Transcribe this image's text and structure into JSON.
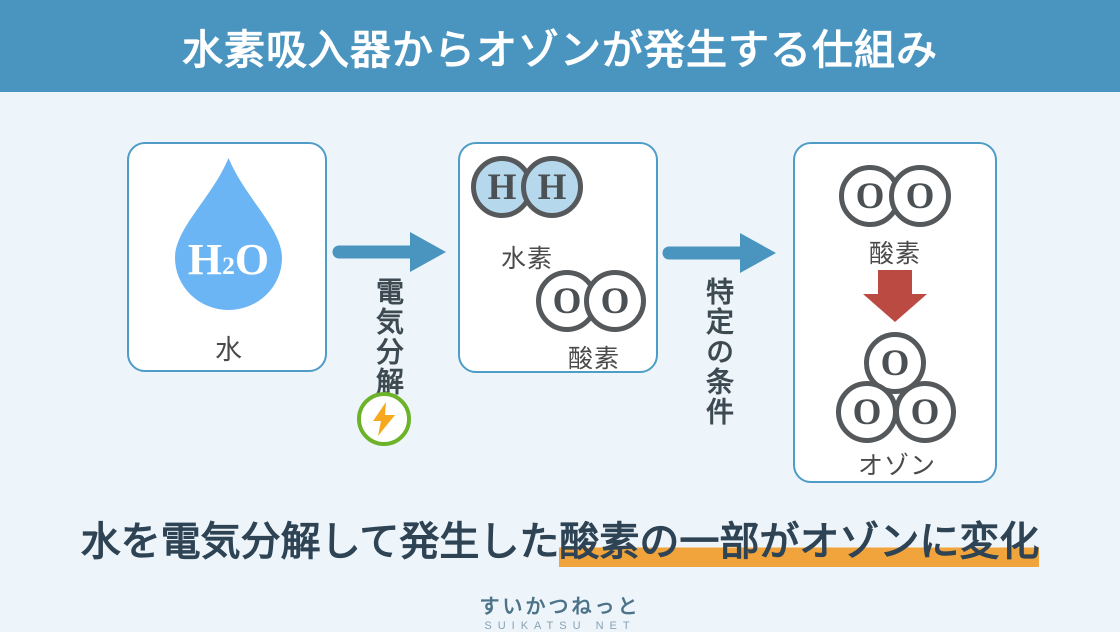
{
  "header": {
    "title": "水素吸入器からオゾンが発生する仕組み"
  },
  "diagram": {
    "water_box": {
      "formula": {
        "main": "H",
        "sub": "2",
        "tail": "O"
      },
      "label": "水",
      "icon": "water-droplet-icon"
    },
    "electrolysis": {
      "label": "電気分解",
      "icon": "lightning-icon"
    },
    "gas_box": {
      "hydrogen": {
        "atoms": [
          "H",
          "H"
        ],
        "label": "水素"
      },
      "oxygen": {
        "atoms": [
          "O",
          "O"
        ],
        "label": "酸素"
      }
    },
    "condition": {
      "label": "特定の条件"
    },
    "ozone_box": {
      "oxygen": {
        "atoms": [
          "O",
          "O"
        ],
        "label": "酸素"
      },
      "ozone": {
        "atoms": [
          "O",
          "O",
          "O"
        ],
        "label": "オゾン"
      }
    }
  },
  "caption": {
    "normal": "水を電気分解して発生した",
    "highlighted": "酸素の一部がオゾンに変化"
  },
  "footer": {
    "site_name": "すいかつねっと",
    "site_name_en": "SUIKATSU NET"
  },
  "colors": {
    "accent": "#4a95c0",
    "bg": "#edf4fa",
    "box-border": "#4f9cc7",
    "droplet": "#6cb5f4",
    "atom-border": "#56595c",
    "atom-text": "#4b5054",
    "hydrogen-fill": "#b5d8ec",
    "label": "#4a4a4a",
    "vertical-label": "#3d4a52",
    "red": "#bb4a43",
    "green": "#6cb32a",
    "bolt": "#f6a91e",
    "caption": "#2e4354",
    "highlight": "#f1a43b",
    "footer": "#4d7389",
    "footer-en": "#87a2b2"
  }
}
